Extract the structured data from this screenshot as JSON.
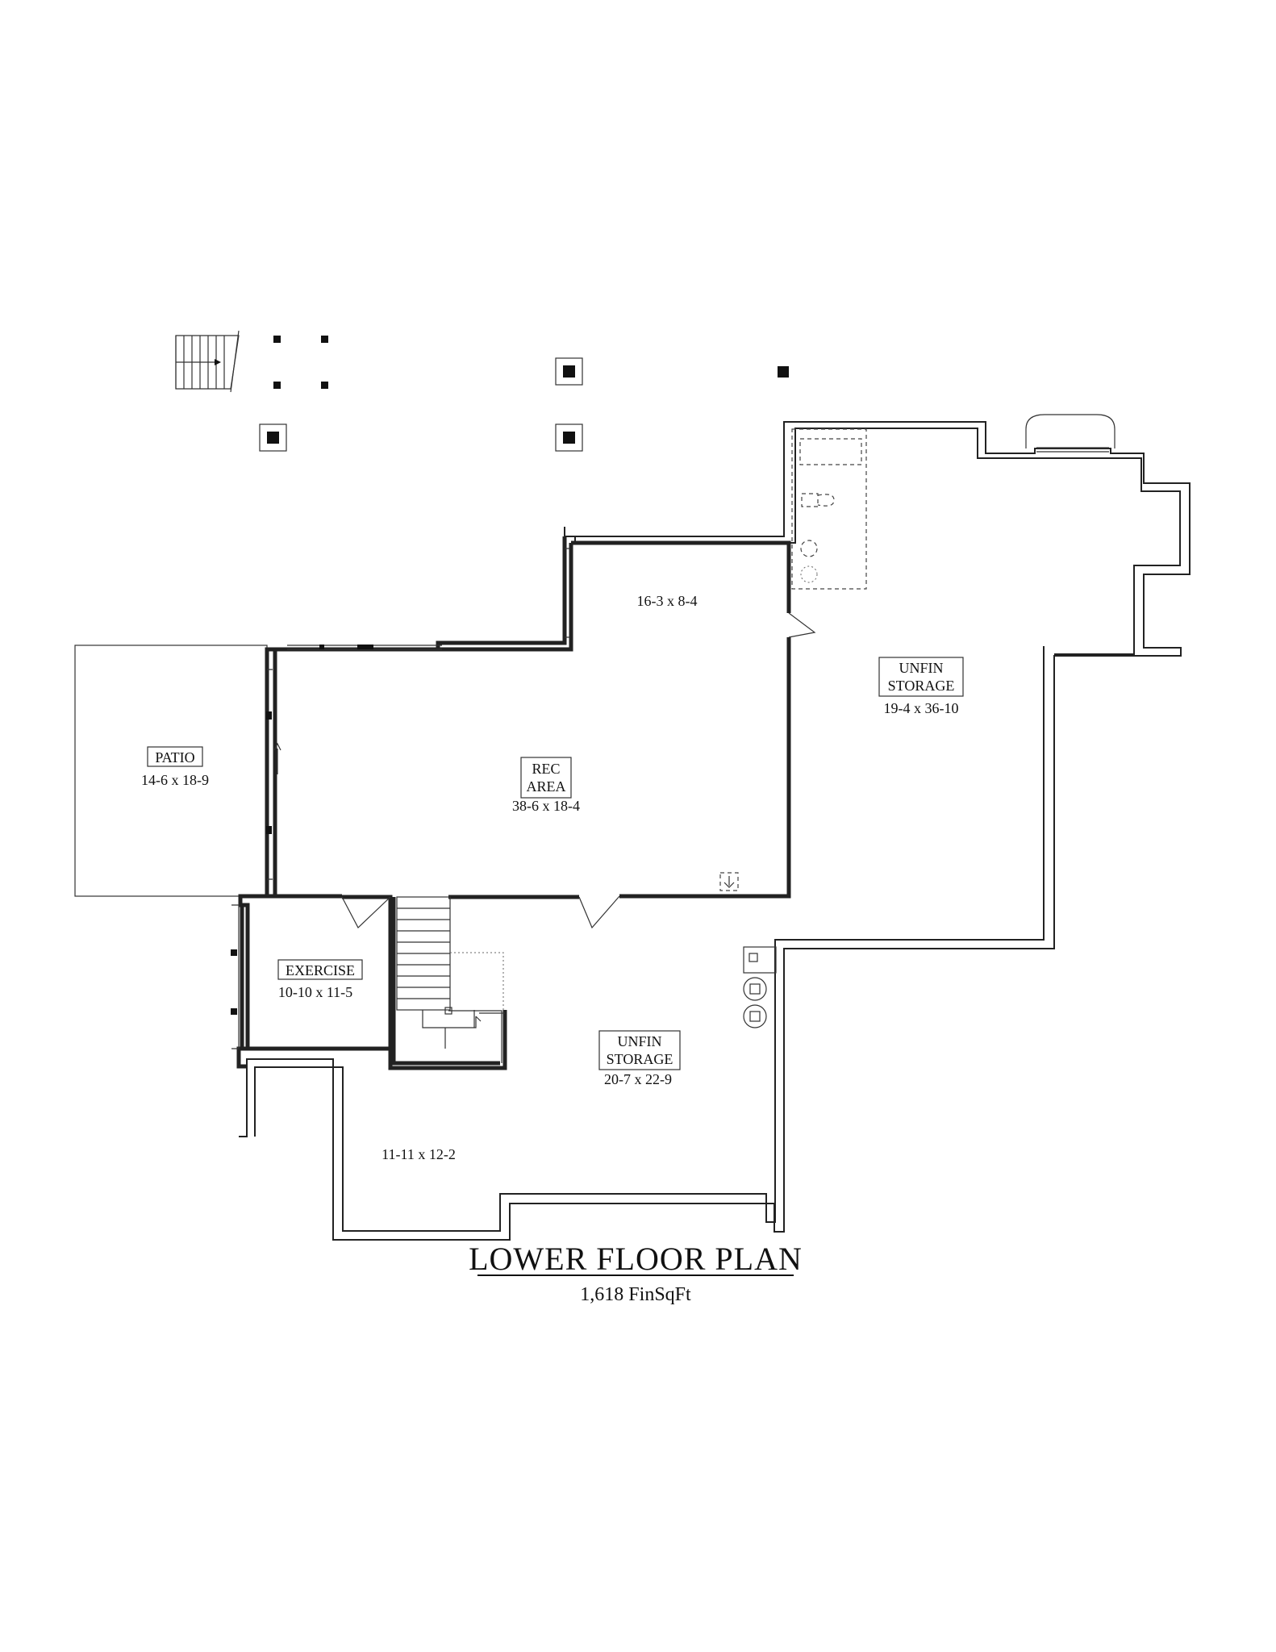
{
  "plan": {
    "title": "LOWER FLOOR PLAN",
    "subtitle": "1,618 FinSqFt"
  },
  "rooms": {
    "patio": {
      "name": "PATIO",
      "size": "14-6 x 18-9"
    },
    "rec_area": {
      "name_line1": "REC",
      "name_line2": "AREA",
      "size": "38-6 x 18-4"
    },
    "upper_nook": {
      "size": "16-3 x 8-4"
    },
    "unfin_storage_right": {
      "name_line1": "UNFIN",
      "name_line2": "STORAGE",
      "size": "19-4 x 36-10"
    },
    "exercise": {
      "name": "EXERCISE",
      "size": "10-10 x 11-5"
    },
    "unfin_storage_lower": {
      "name_line1": "UNFIN",
      "name_line2": "STORAGE",
      "size": "20-7 x 22-9"
    },
    "lower_left": {
      "size": "11-11 x 12-2"
    }
  }
}
